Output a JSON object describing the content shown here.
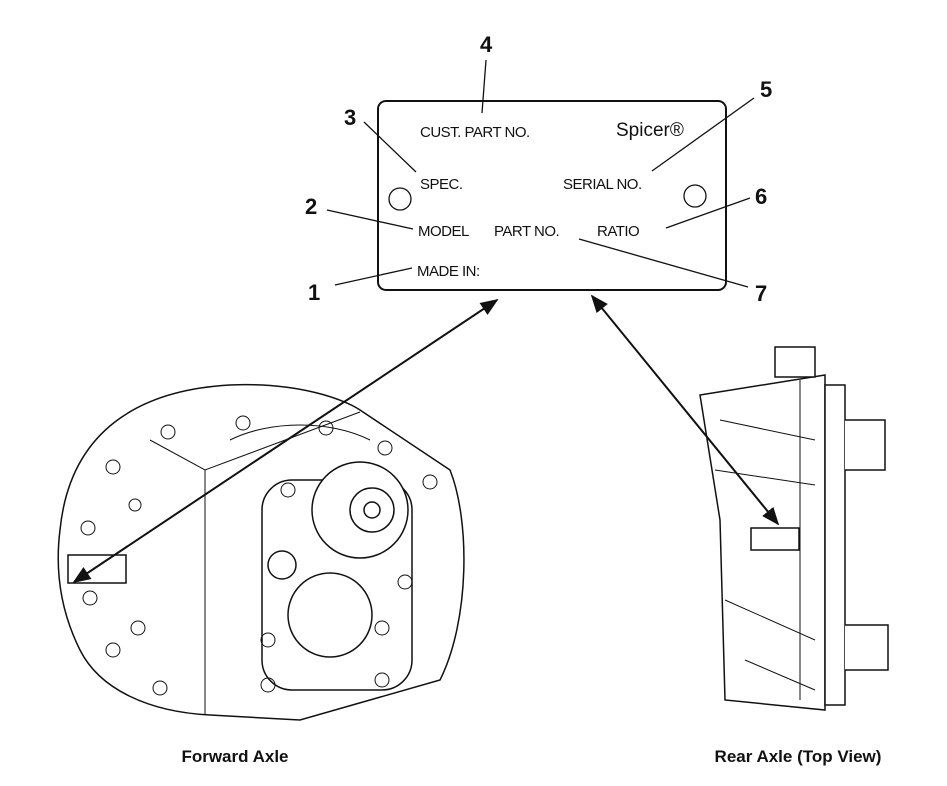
{
  "plate": {
    "brand": "Spicer®",
    "fields": {
      "cust_part_no": "CUST. PART NO.",
      "spec": "SPEC.",
      "serial_no": "SERIAL NO.",
      "model": "MODEL",
      "part_no": "PART NO.",
      "ratio": "RATIO",
      "made_in": "MADE IN:"
    }
  },
  "callouts": [
    "1",
    "2",
    "3",
    "4",
    "5",
    "6",
    "7"
  ],
  "captions": {
    "forward_axle": "Forward Axle",
    "rear_axle": "Rear Axle (Top View)"
  }
}
